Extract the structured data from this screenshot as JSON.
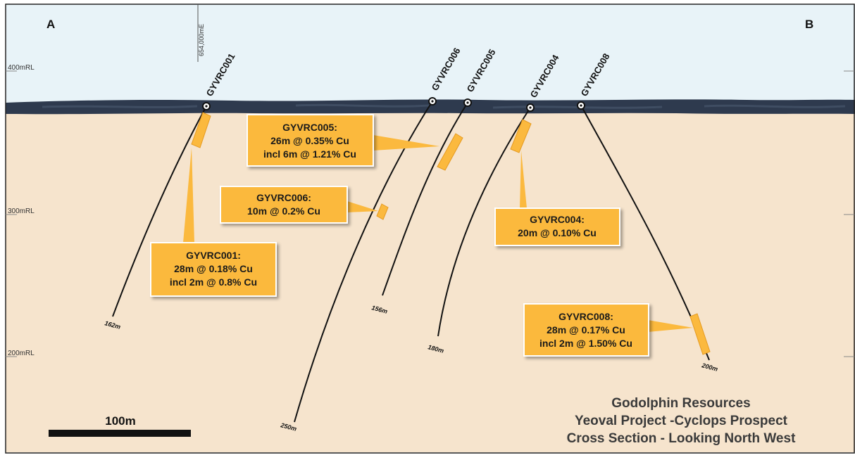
{
  "section": {
    "corner_left": "A",
    "corner_right": "B",
    "easting_label": "654,000mE",
    "rl_labels": [
      "400mRL",
      "300mRL",
      "200mRL"
    ],
    "colors": {
      "sky": "#e8f3f8",
      "ground": "#f6e4cd",
      "surface": "#2e3a4e",
      "callout": "#fbb93e",
      "trace": "#111111"
    }
  },
  "drillholes": [
    {
      "id": "GYVRC001",
      "depth_label": "162m"
    },
    {
      "id": "GYVRC006",
      "depth_label": "250m"
    },
    {
      "id": "GYVRC005",
      "depth_label": "156m"
    },
    {
      "id": "GYVRC004",
      "depth_label": "180m"
    },
    {
      "id": "GYVRC008",
      "depth_label": "200m"
    }
  ],
  "callouts": [
    {
      "hole": "GYVRC001",
      "lines": [
        "GYVRC001:",
        "28m @ 0.18% Cu",
        "incl 2m @ 0.8% Cu"
      ]
    },
    {
      "hole": "GYVRC005",
      "lines": [
        "GYVRC005:",
        "26m @ 0.35% Cu",
        "incl 6m @ 1.21% Cu"
      ]
    },
    {
      "hole": "GYVRC006",
      "lines": [
        "GYVRC006:",
        "10m @ 0.2% Cu"
      ]
    },
    {
      "hole": "GYVRC004",
      "lines": [
        "GYVRC004:",
        "20m @ 0.10% Cu"
      ]
    },
    {
      "hole": "GYVRC008",
      "lines": [
        "GYVRC008:",
        "28m @ 0.17% Cu",
        "incl 2m @ 1.50% Cu"
      ]
    }
  ],
  "scale_bar": {
    "label": "100m"
  },
  "title": {
    "line1": "Godolphin Resources",
    "line2": "Yeoval Project -Cyclops Prospect",
    "line3": "Cross Section - Looking North West"
  }
}
